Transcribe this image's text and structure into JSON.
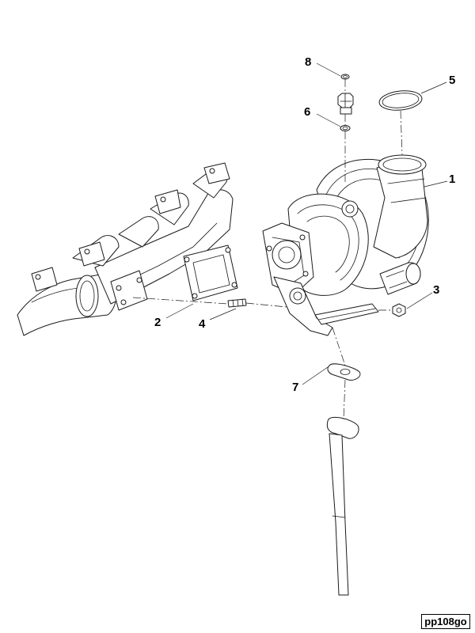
{
  "callouts": {
    "c1": "1",
    "c2": "2",
    "c3": "3",
    "c4": "4",
    "c5": "5",
    "c6": "6",
    "c7": "7",
    "c8": "8"
  },
  "reference_code": "pp108go",
  "colors": {
    "line": "#1a1a1a",
    "background": "#ffffff",
    "text": "#000000"
  }
}
